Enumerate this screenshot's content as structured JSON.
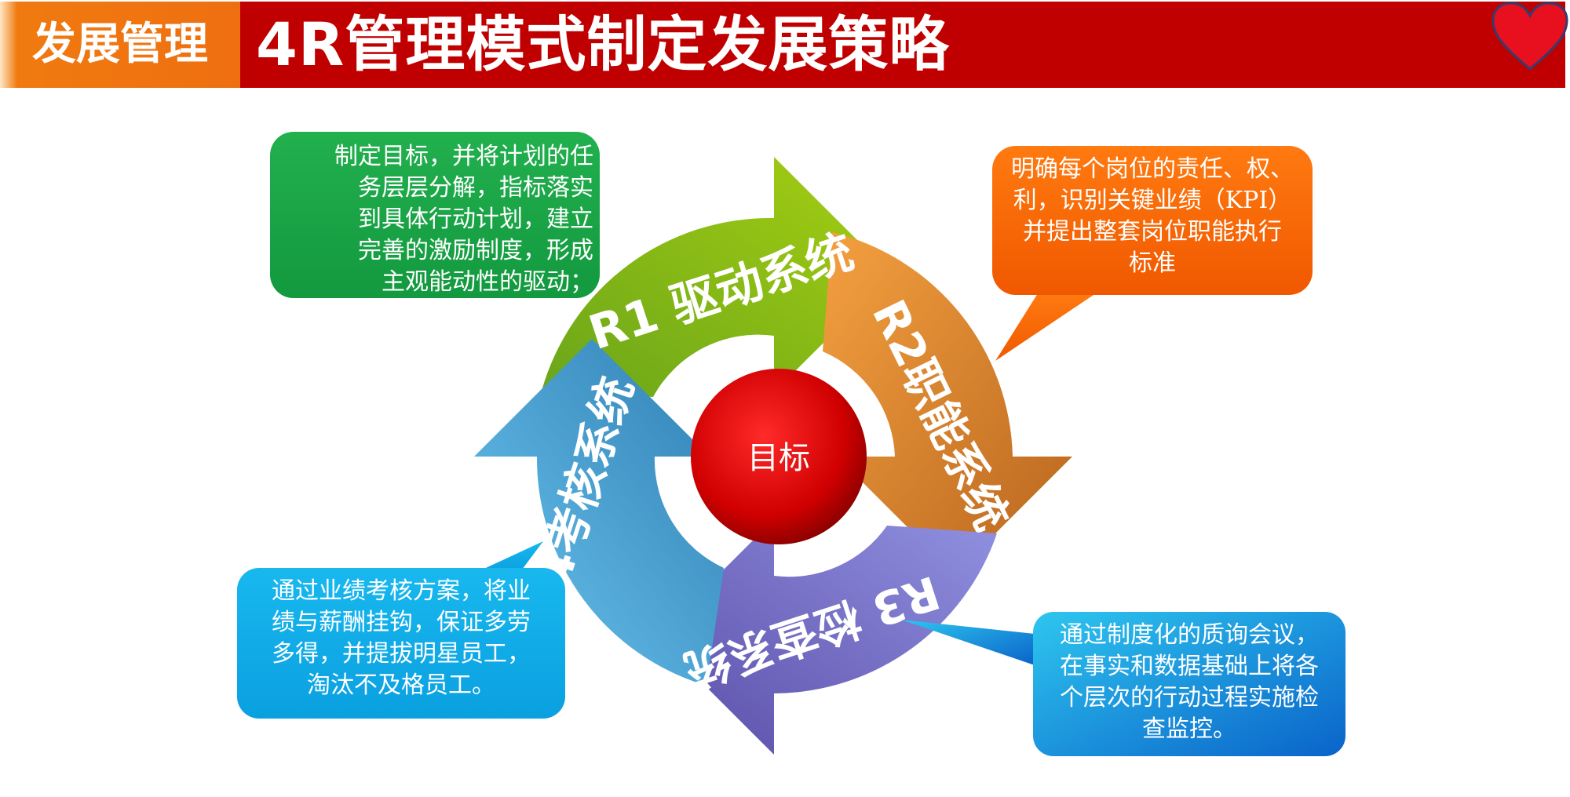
{
  "header": {
    "tag": "发展管理",
    "title": "4R管理模式制定发展策略"
  },
  "center": {
    "label": "目标"
  },
  "systems": {
    "r1": {
      "label": "R1 驱动系统",
      "color": "#8dc21f"
    },
    "r2": {
      "label": "R2职能系统",
      "color": "#e8892f"
    },
    "r3": {
      "label": "R3 检查系统",
      "color": "#7b6fd0"
    },
    "r4": {
      "label": "R4考核系统",
      "color": "#4aa6dd"
    }
  },
  "bubbles": {
    "r1": {
      "text": "制定目标，并将计划的任\n务层层分解，指标落实\n到具体行动计划，建立\n完善的激励制度，形成\n主观能动性的驱动；",
      "color": "#1fa64a"
    },
    "r2": {
      "text": "明确每个岗位的责任、权、\n利，识别关键业绩（KPI）\n并提出整套岗位职能执行\n标准",
      "color": "#f5680a"
    },
    "r3": {
      "text": "通过制度化的质询会议，\n在事实和数据基础上将各\n个层次的行动过程实施检\n查监控。",
      "color": "#1a9ee0"
    },
    "r4": {
      "text": "通过业绩考核方案，将业\n绩与薪酬挂钩，保证多劳\n多得，并提拔明星员工，\n淘汰不及格员工。",
      "color": "#0aaee8"
    }
  },
  "icons": {
    "heart": "heart-icon"
  }
}
